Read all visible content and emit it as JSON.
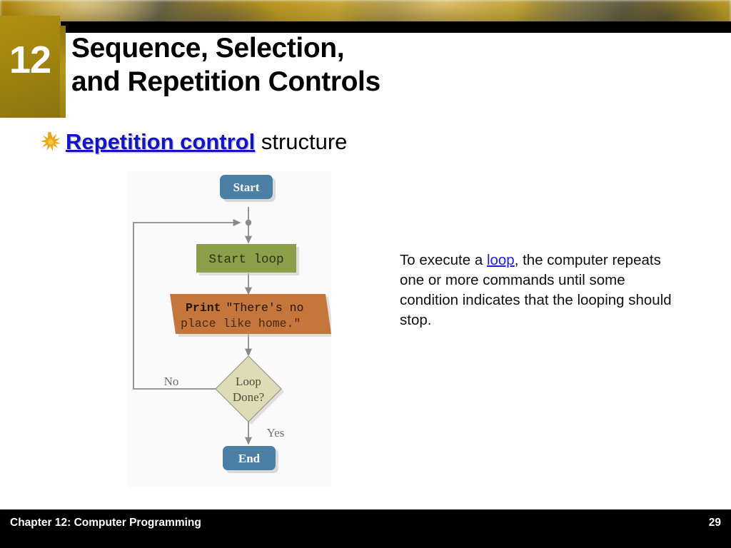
{
  "slide": {
    "chapter_number": "12",
    "title_lines": [
      "Sequence, Selection,",
      "and Repetition Controls"
    ],
    "bullet": {
      "icon": "sunburst-star-icon",
      "keyword": "Repetition control",
      "rest": " structure"
    },
    "paragraph": {
      "part1": "To execute a ",
      "keyword": "loop",
      "part2": ", the computer repeats one or more commands until some condition indicates that the looping should stop."
    },
    "footer": {
      "left": "Chapter 12: Computer Programming",
      "page": "29"
    }
  },
  "chart_data": {
    "type": "diagram",
    "title": "Repetition control structure flowchart",
    "nodes": [
      {
        "id": "start",
        "label": "Start",
        "shape": "rounded-rect",
        "fill": "#4b7fa3",
        "text_color": "#ffffff"
      },
      {
        "id": "junction",
        "label": "",
        "shape": "connector-dot",
        "fill": "#8a8a8a",
        "text_color": "#8a8a8a"
      },
      {
        "id": "loop",
        "label": "Start loop",
        "shape": "rect",
        "fill": "#8a9f47",
        "text_color": "#2b2b18"
      },
      {
        "id": "print",
        "label": "Print \"There's no place like home.\"",
        "shape": "parallelogram",
        "fill": "#c4763c",
        "text_color": "#26160c"
      },
      {
        "id": "decision",
        "label": "Loop Done?",
        "shape": "diamond",
        "fill": "#dedcb4",
        "text_color": "#4a4a3a"
      },
      {
        "id": "end",
        "label": "End",
        "shape": "rounded-rect",
        "fill": "#4b7fa3",
        "text_color": "#ffffff"
      }
    ],
    "edges": [
      {
        "from": "start",
        "to": "junction",
        "label": ""
      },
      {
        "from": "junction",
        "to": "loop",
        "label": ""
      },
      {
        "from": "loop",
        "to": "print",
        "label": ""
      },
      {
        "from": "print",
        "to": "decision",
        "label": ""
      },
      {
        "from": "decision",
        "to": "junction",
        "label": "No"
      },
      {
        "from": "decision",
        "to": "end",
        "label": "Yes"
      }
    ],
    "labels": {
      "no": "No",
      "yes": "Yes"
    },
    "print_bold_word": "Print",
    "print_quoted_line1": "\"There's no",
    "print_quoted_line2": "place like home.\"",
    "loop_label_line1": "Loop",
    "loop_label_line2": "Done?"
  },
  "colors": {
    "gold": "#a3860f",
    "black": "#000000",
    "blue_keyword": "#1313c8",
    "node_blue": "#4b7fa3",
    "node_green": "#8a9f47",
    "node_orange": "#c4763c",
    "node_khaki": "#dedcb4",
    "arrow_gray": "#8a8a8a"
  }
}
